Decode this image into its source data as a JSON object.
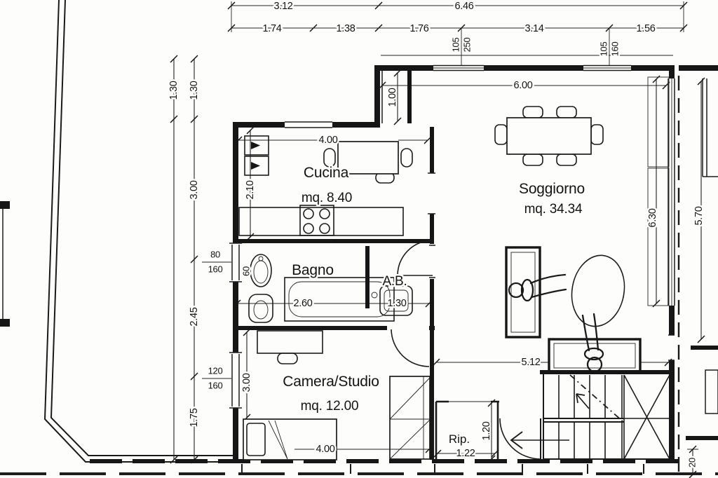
{
  "document": {
    "type": "architectural floor plan",
    "style": "black and white scanned blueprint"
  },
  "colors": {
    "ink": "#161616",
    "paper": "#fdfdfb"
  },
  "rooms": {
    "cucina": {
      "name": "Cucina",
      "area": "mq. 8.40"
    },
    "soggiorno": {
      "name": "Soggiorno",
      "area": "mq. 34.34"
    },
    "bagno": {
      "name": "Bagno"
    },
    "antibagno": {
      "name": "A.B."
    },
    "camera": {
      "name": "Camera/Studio",
      "area": "mq. 12.00"
    },
    "ripostiglio": {
      "name": "Rip."
    }
  },
  "dims": {
    "top_row1": [
      "3.12",
      "6.46"
    ],
    "top_row2": [
      "1.74",
      "1.38",
      "1.76",
      "3.14",
      "1.56"
    ],
    "door_tag_1": {
      "w": "105",
      "h": "250"
    },
    "window_tag_1": {
      "w": "105",
      "h": "160"
    },
    "window_tag_2": {
      "w": "80",
      "h": "160"
    },
    "window_tag_3": {
      "w": "120",
      "h": "160"
    },
    "left_column": [
      "1.30",
      "1.30",
      "3.00",
      "2.45",
      "1.75"
    ],
    "soggiorno_width": "6.00",
    "entry_niche": "1.00",
    "kitchen_width": "4.00",
    "kitchen_side": "2.10",
    "sink_width": "60",
    "bathtub_length": "2.60",
    "antibagno_width": "1.30",
    "camera_side": "3.00",
    "camera_width": "4.00",
    "living_south": "5.12",
    "rip_depth": "1.20",
    "rip_width": "1.22",
    "glazing_height": "6.30",
    "neighbor_height": "5.70",
    "parapet": "20"
  }
}
